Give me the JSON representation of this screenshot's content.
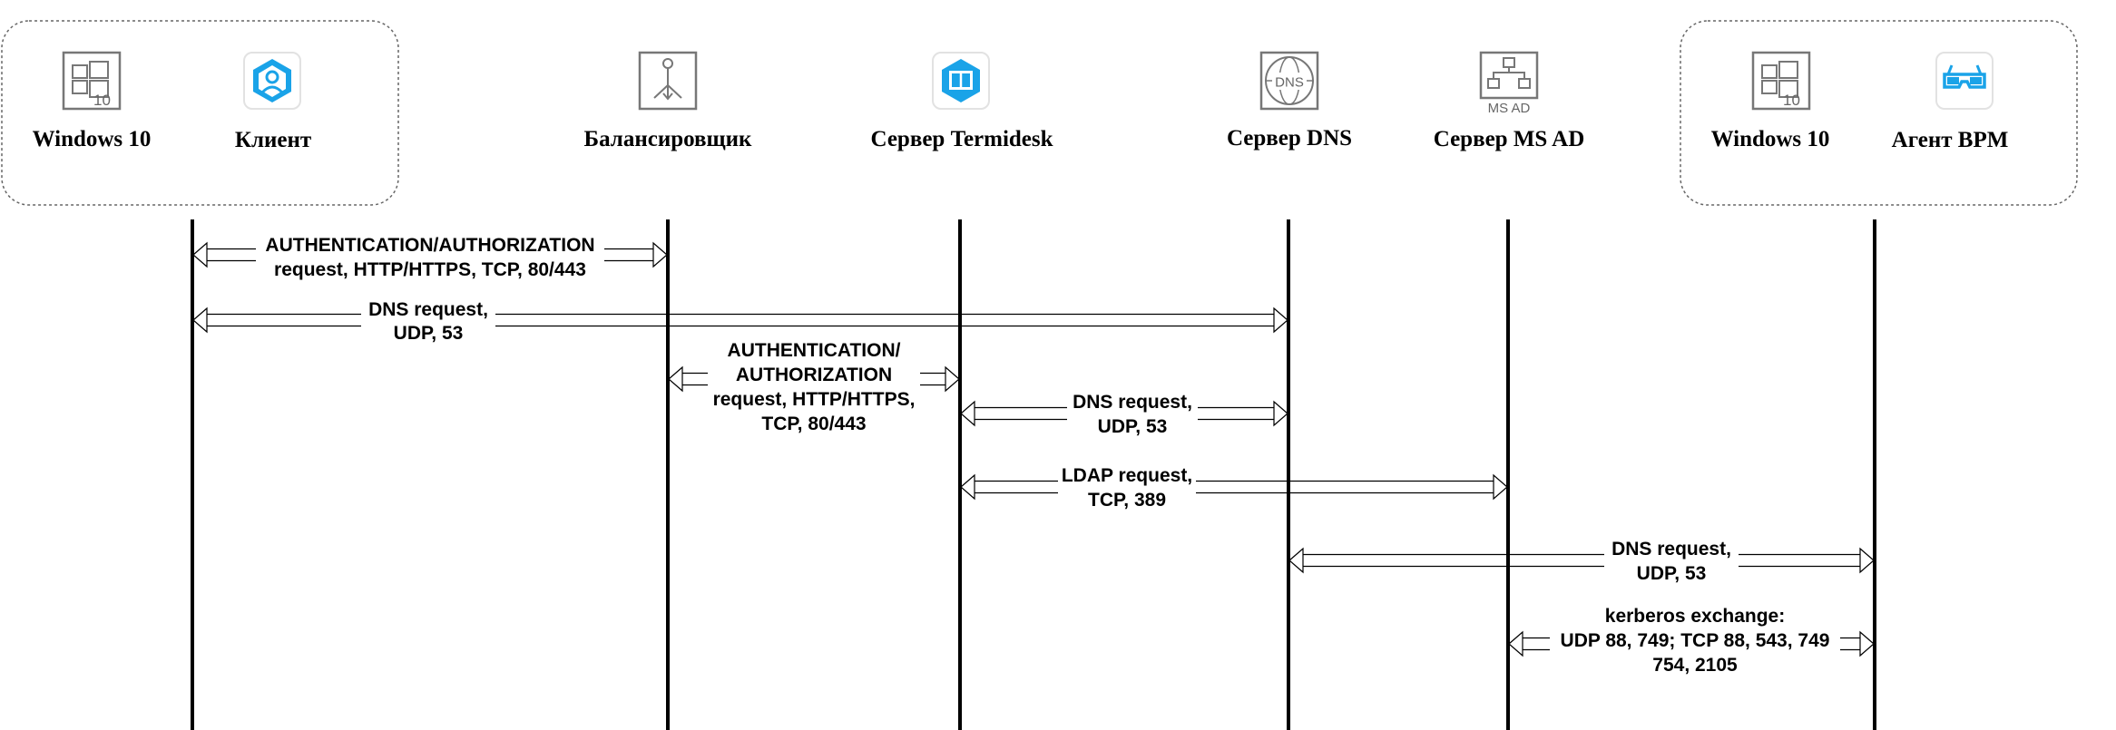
{
  "participants": [
    {
      "id": "win10-left",
      "label": "Windows 10",
      "icon": "windows-10-icon"
    },
    {
      "id": "client",
      "label": "Клиент",
      "icon": "client-user-icon"
    },
    {
      "id": "balancer",
      "label": "Балансировщик",
      "icon": "load-balancer-icon"
    },
    {
      "id": "termidesk",
      "label": "Сервер Termidesk",
      "icon": "termidesk-server-icon"
    },
    {
      "id": "dns",
      "label": "Сервер DNS",
      "icon": "dns-globe-icon"
    },
    {
      "id": "msad",
      "label": "Сервер MS AD",
      "icon": "ms-ad-network-icon"
    },
    {
      "id": "win10-right",
      "label": "Windows 10",
      "icon": "windows-10-icon"
    },
    {
      "id": "bpm-agent",
      "label": "Агент BPM",
      "icon": "bpm-agent-glasses-icon"
    }
  ],
  "icon_text": {
    "windows_version": "10",
    "dns": "DNS",
    "msad": "MS AD"
  },
  "messages": [
    {
      "from": "client",
      "to": "balancer",
      "lines": [
        "AUTHENTICATION/AUTHORIZATION",
        "request, HTTP/HTTPS, TCP, 80/443"
      ]
    },
    {
      "from": "client",
      "to": "dns",
      "lines": [
        "DNS request,",
        "UDP, 53"
      ]
    },
    {
      "from": "balancer",
      "to": "termidesk",
      "lines": [
        "AUTHENTICATION/",
        "AUTHORIZATION",
        "request, HTTP/HTTPS,",
        "TCP, 80/443"
      ]
    },
    {
      "from": "termidesk",
      "to": "dns",
      "lines": [
        "DNS request,",
        "UDP, 53"
      ]
    },
    {
      "from": "termidesk",
      "to": "msad",
      "lines": [
        "LDAP request,",
        "TCP, 389"
      ]
    },
    {
      "from": "dns",
      "to": "bpm-agent",
      "lines": [
        "DNS request,",
        "UDP, 53"
      ]
    },
    {
      "from": "msad",
      "to": "bpm-agent",
      "lines": [
        "kerberos exchange:",
        "UDP 88, 749; TCP 88, 543, 749",
        "754, 2105"
      ]
    }
  ],
  "colors": {
    "accent": "#1aa3e8",
    "icon_gray": "#777777",
    "group_border": "#666666",
    "lifeline": "#000000"
  }
}
